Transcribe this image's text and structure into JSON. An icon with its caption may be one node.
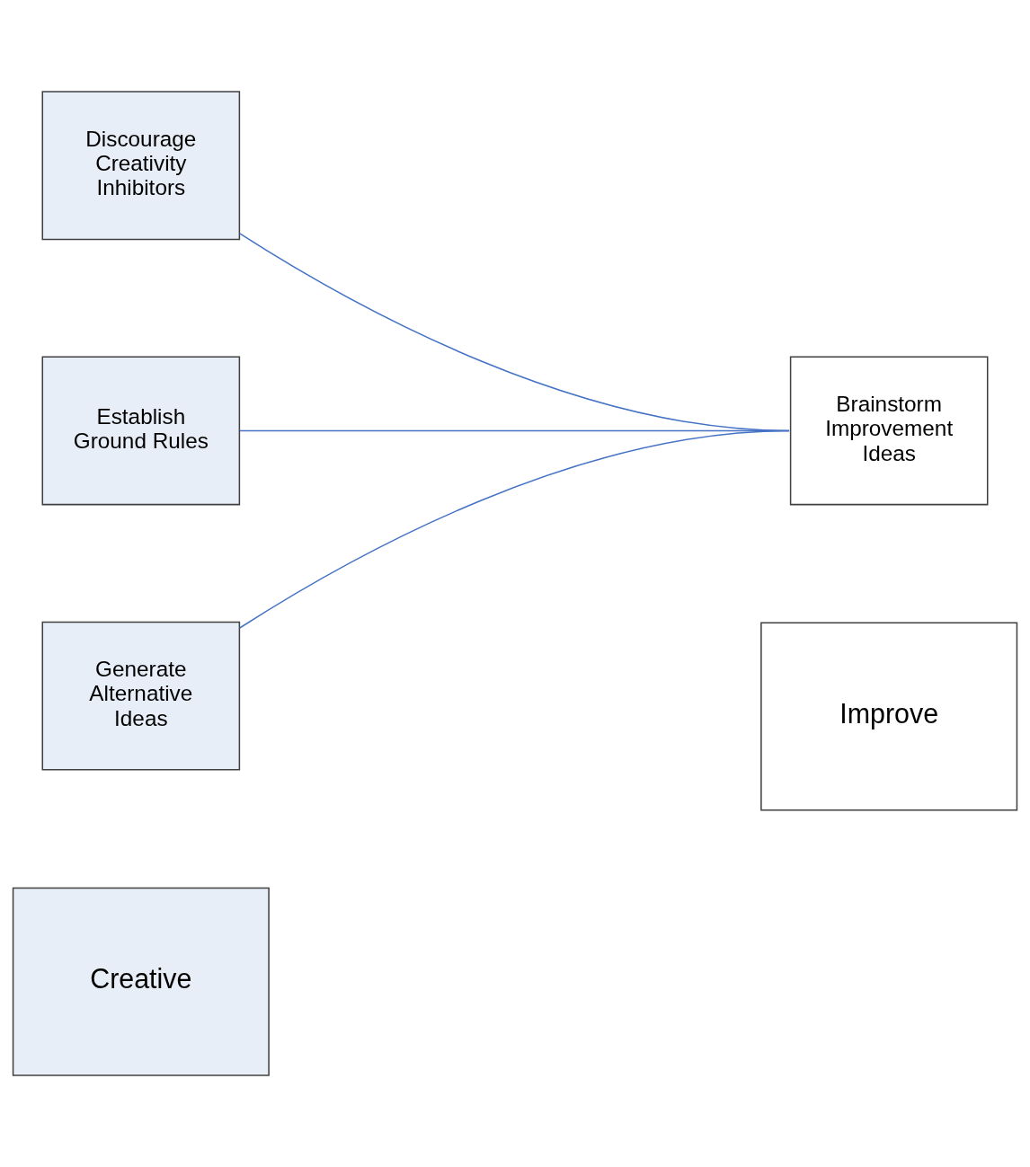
{
  "diagram": {
    "nodes": [
      {
        "text": [
          "Creative"
        ]
      },
      {
        "text": [
          "Improve"
        ]
      },
      {
        "text": [
          "Discourage Creativity Inhibitors"
        ]
      },
      {
        "text": [
          "Establish Ground Rules"
        ]
      },
      {
        "text": [
          "Generate Alternative Ideas"
        ]
      },
      {
        "text": [
          "Brainstorm Improvement Ideas"
        ]
      }
    ],
    "edges": [
      {
        "from": 2,
        "to": 5,
        "arrow": "none"
      },
      {
        "from": 3,
        "to": 5,
        "arrow": "none"
      },
      {
        "from": 4,
        "to": 5,
        "arrow": "none"
      }
    ]
  }
}
